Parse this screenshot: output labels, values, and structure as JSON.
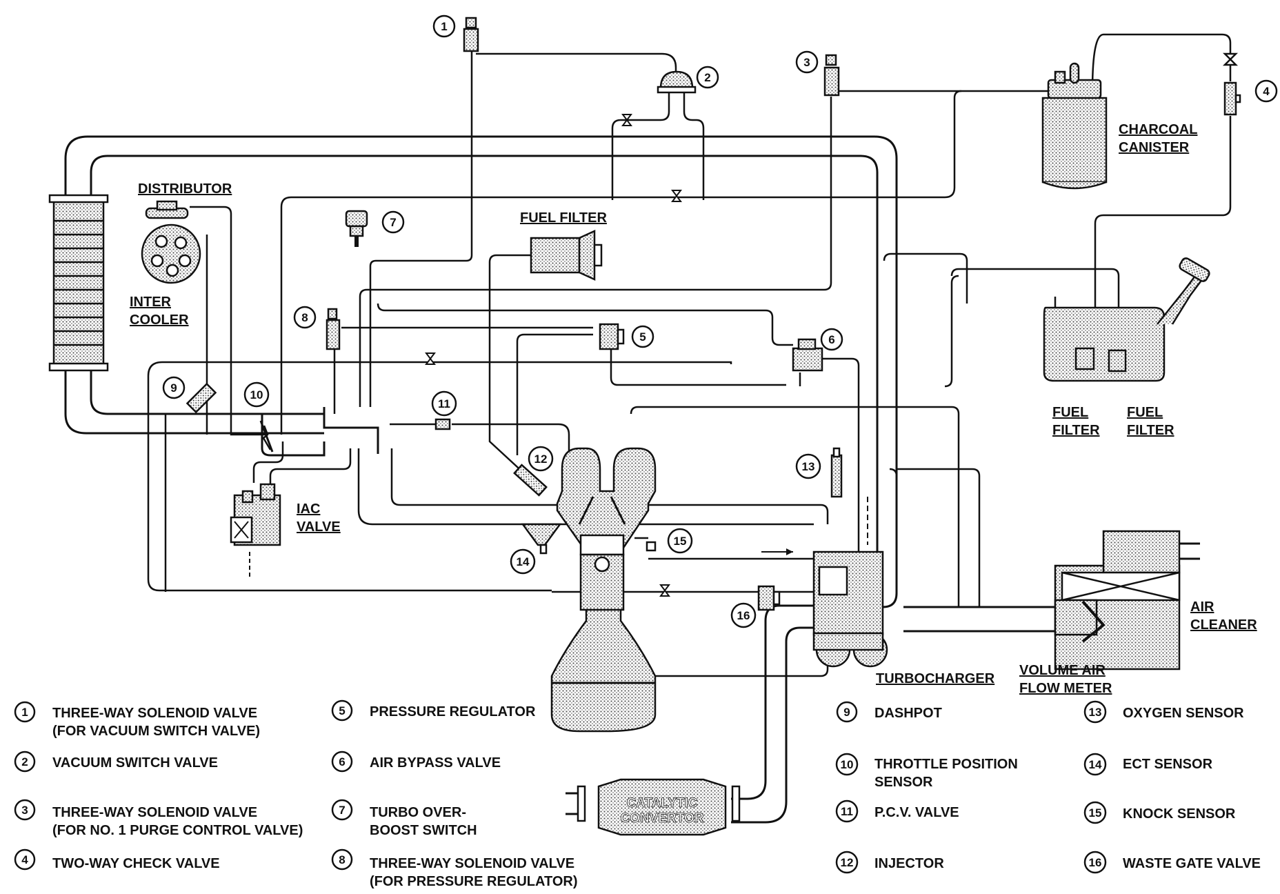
{
  "labels": {
    "distributor": "DISTRIBUTOR",
    "inter": "INTER",
    "cooler": "COOLER",
    "fuel_filter_top": "FUEL FILTER",
    "charcoal": "CHARCOAL",
    "canister": "CANISTER",
    "fuel_filter_a1": "FUEL",
    "fuel_filter_a2": "FILTER",
    "fuel_filter_b1": "FUEL",
    "fuel_filter_b2": "FILTER",
    "iac1": "IAC",
    "iac2": "VALVE",
    "air1": "AIR",
    "air2": "CLEANER",
    "turbocharger": "TURBOCHARGER",
    "vafm1": "VOLUME AIR",
    "vafm2": "FLOW METER",
    "cat1": "CATALYTIC",
    "cat2": "CONVERTOR"
  },
  "callouts": [
    "1",
    "2",
    "3",
    "4",
    "5",
    "6",
    "7",
    "8",
    "9",
    "10",
    "11",
    "12",
    "13",
    "14",
    "15",
    "16"
  ],
  "legend": [
    {
      "num": "1",
      "line1": "THREE-WAY SOLENOID VALVE",
      "line2": "(FOR VACUUM SWITCH VALVE)"
    },
    {
      "num": "2",
      "line1": "VACUUM SWITCH VALVE",
      "line2": ""
    },
    {
      "num": "3",
      "line1": "THREE-WAY SOLENOID VALVE",
      "line2": "(FOR NO. 1 PURGE CONTROL VALVE)"
    },
    {
      "num": "4",
      "line1": "TWO-WAY CHECK VALVE",
      "line2": ""
    },
    {
      "num": "5",
      "line1": "PRESSURE REGULATOR",
      "line2": ""
    },
    {
      "num": "6",
      "line1": "AIR BYPASS VALVE",
      "line2": ""
    },
    {
      "num": "7",
      "line1": "TURBO OVER-",
      "line2": "BOOST SWITCH"
    },
    {
      "num": "8",
      "line1": "THREE-WAY SOLENOID VALVE",
      "line2": "(FOR PRESSURE REGULATOR)"
    },
    {
      "num": "9",
      "line1": "DASHPOT",
      "line2": ""
    },
    {
      "num": "10",
      "line1": "THROTTLE POSITION",
      "line2": "SENSOR"
    },
    {
      "num": "11",
      "line1": "P.C.V. VALVE",
      "line2": ""
    },
    {
      "num": "12",
      "line1": "INJECTOR",
      "line2": ""
    },
    {
      "num": "13",
      "line1": "OXYGEN SENSOR",
      "line2": ""
    },
    {
      "num": "14",
      "line1": "ECT SENSOR",
      "line2": ""
    },
    {
      "num": "15",
      "line1": "KNOCK SENSOR",
      "line2": ""
    },
    {
      "num": "16",
      "line1": "WASTE GATE VALVE",
      "line2": ""
    }
  ]
}
